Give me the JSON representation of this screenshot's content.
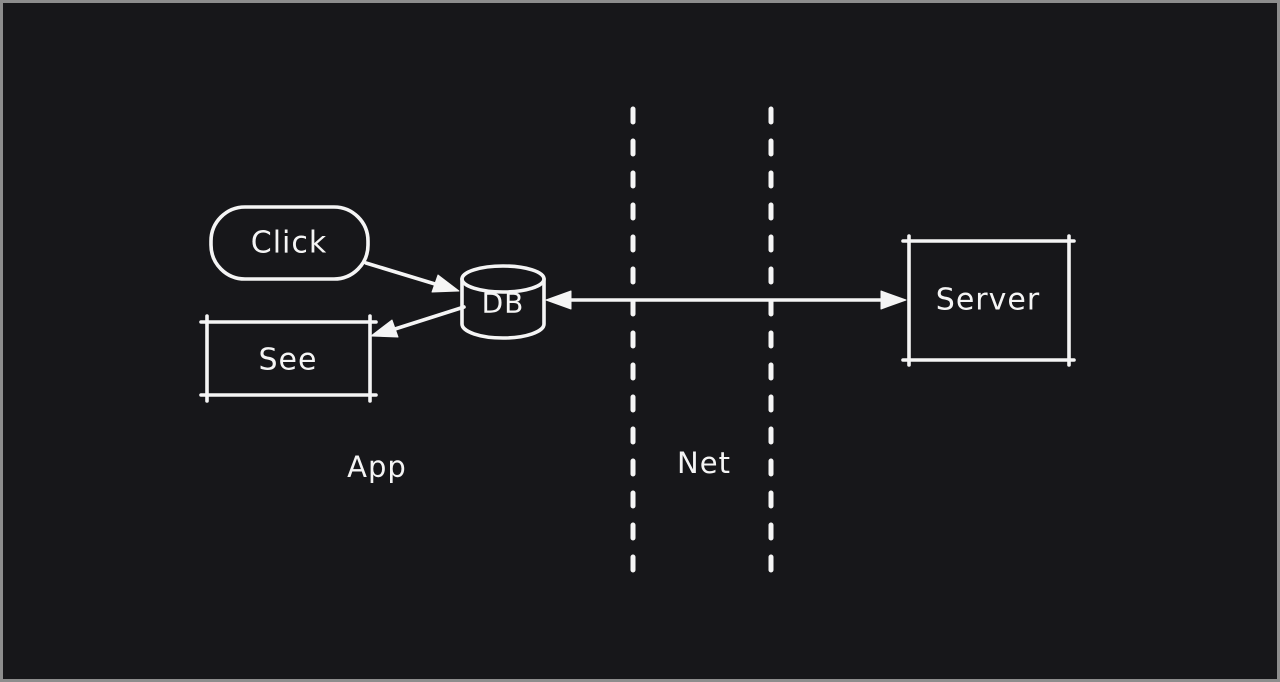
{
  "canvas": {
    "background": "#17171a",
    "frame_color": "#8d8d8d",
    "stroke_color": "#f5f5f5"
  },
  "nodes": [
    {
      "id": "click",
      "label": "Click",
      "shape": "rounded-rectangle"
    },
    {
      "id": "db",
      "label": "DB",
      "shape": "cylinder"
    },
    {
      "id": "see",
      "label": "See",
      "shape": "rectangle"
    },
    {
      "id": "server",
      "label": "Server",
      "shape": "rectangle"
    }
  ],
  "edges": [
    {
      "from": "click",
      "to": "db",
      "style": "single-arrow"
    },
    {
      "from": "db",
      "to": "see",
      "style": "single-arrow"
    },
    {
      "from": "db",
      "to": "server",
      "style": "double-arrow"
    }
  ],
  "zones": [
    {
      "id": "app",
      "label": "App"
    },
    {
      "id": "net",
      "label": "Net"
    }
  ],
  "boundary": {
    "style": "dashed-vertical-lines",
    "count": 2
  }
}
